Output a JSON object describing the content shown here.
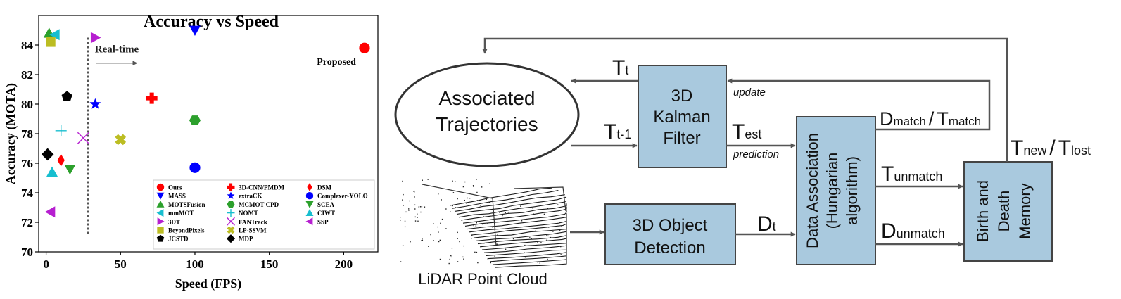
{
  "chart_data": {
    "type": "scatter",
    "title": "Accuracy vs Speed",
    "xlabel": "Speed (FPS)",
    "ylabel": "Accuracy (MOTA)",
    "xlim": [
      -5,
      223
    ],
    "ylim": [
      70,
      86
    ],
    "xticks": [
      0,
      50,
      100,
      150,
      200
    ],
    "yticks": [
      70,
      72,
      74,
      76,
      78,
      80,
      82,
      84
    ],
    "grid": false,
    "legend_position": "bottom-right",
    "realtime_threshold": 28,
    "realtime_label": "Real-time",
    "highlight_label": "Proposed",
    "series": [
      {
        "name": "Ours",
        "marker": "circle",
        "color": "#ff0000",
        "x": 214,
        "y": 83.8
      },
      {
        "name": "MASS",
        "marker": "triangle-down",
        "color": "#0000ff",
        "x": 100,
        "y": 85.0
      },
      {
        "name": "MOTSFusion",
        "marker": "triangle-up",
        "color": "#2ca02c",
        "x": 2,
        "y": 84.8
      },
      {
        "name": "mmMOT",
        "marker": "triangle-left",
        "color": "#17becf",
        "x": 6,
        "y": 84.7
      },
      {
        "name": "3DT",
        "marker": "triangle-right",
        "color": "#b61fd0",
        "x": 33,
        "y": 84.5
      },
      {
        "name": "BeyondPixels",
        "marker": "square",
        "color": "#bcbd22",
        "x": 3,
        "y": 84.2
      },
      {
        "name": "JCSTD",
        "marker": "pentagon",
        "color": "#000000",
        "x": 14,
        "y": 80.5
      },
      {
        "name": "3D-CNN/PMDM",
        "marker": "plus",
        "color": "#ff0000",
        "x": 71,
        "y": 80.4
      },
      {
        "name": "extraCK",
        "marker": "star",
        "color": "#0000ff",
        "x": 33,
        "y": 80.0
      },
      {
        "name": "MCMOT-CPD",
        "marker": "hexagon",
        "color": "#2ca02c",
        "x": 100,
        "y": 78.9
      },
      {
        "name": "NOMT",
        "marker": "thin-plus",
        "color": "#17becf",
        "x": 10,
        "y": 78.2
      },
      {
        "name": "FANTrack",
        "marker": "thin-x",
        "color": "#b61fd0",
        "x": 25,
        "y": 77.7
      },
      {
        "name": "LP-SSVM",
        "marker": "x",
        "color": "#bcbd22",
        "x": 50,
        "y": 77.6
      },
      {
        "name": "MDP",
        "marker": "diamond",
        "color": "#000000",
        "x": 1,
        "y": 76.6
      },
      {
        "name": "DSM",
        "marker": "thin-diamond",
        "color": "#ff0000",
        "x": 10,
        "y": 76.2
      },
      {
        "name": "Complexer-YOLO",
        "marker": "circle",
        "color": "#0000ff",
        "x": 100,
        "y": 75.7
      },
      {
        "name": "SCEA",
        "marker": "triangle-down",
        "color": "#2ca02c",
        "x": 16,
        "y": 75.6
      },
      {
        "name": "CIWT",
        "marker": "triangle-up",
        "color": "#17becf",
        "x": 4,
        "y": 75.4
      },
      {
        "name": "SSP",
        "marker": "triangle-left",
        "color": "#b61fd0",
        "x": 3,
        "y": 72.7
      }
    ]
  },
  "diagram": {
    "trajectories_label_1": "Associated",
    "trajectories_label_2": "Trajectories",
    "kalman_label_1": "3D",
    "kalman_label_2": "Kalman",
    "kalman_label_3": "Filter",
    "association_label_1": "Data Association",
    "association_label_2": "(Hungarian",
    "association_label_3": "algorithm)",
    "birth_death_label_1": "Birth and",
    "birth_death_label_2": "Death",
    "birth_death_label_3": "Memory",
    "detection_label_1": "3D Object",
    "detection_label_2": "Detection",
    "pointcloud_caption": "LiDAR Point Cloud",
    "update_label": "update",
    "prediction_label": "prediction",
    "sym_T": "T",
    "sym_D": "D",
    "sub_t": "t",
    "sub_t_minus_1": "t-1",
    "sub_est": "est",
    "sub_match": "match",
    "sub_unmatch": "unmatch",
    "sub_new": "new",
    "sub_lost": "lost",
    "slash": "/",
    "box_fill": "#a9c9de",
    "line_color": "#555555"
  }
}
